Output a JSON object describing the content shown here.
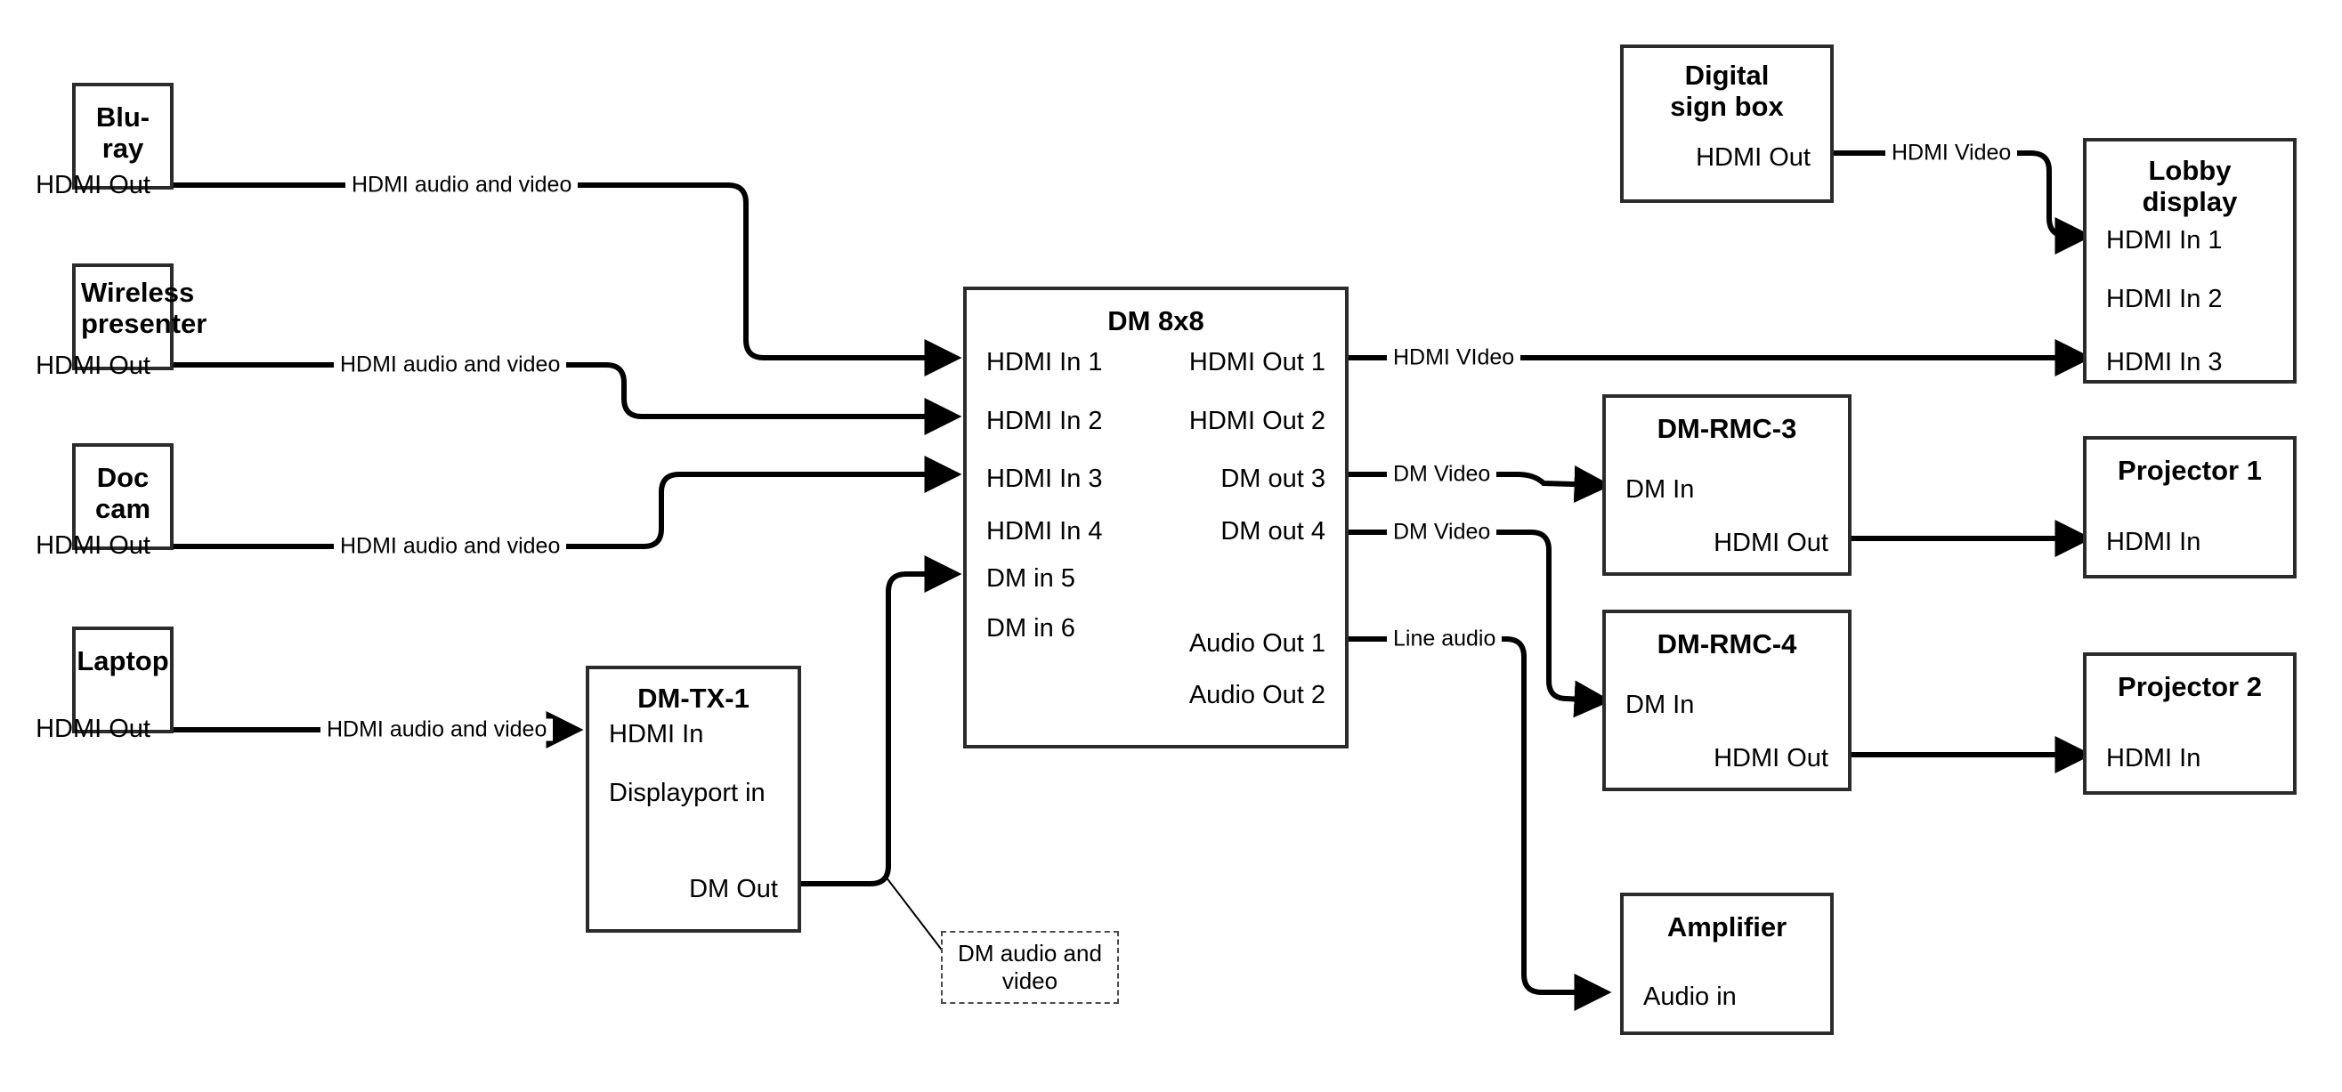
{
  "diagram": {
    "title": "AV signal flow diagram",
    "colors": {
      "box_border": "#2b2b2b",
      "wire": "#000000",
      "callout_border": "#4a4a4a",
      "background": "#ffffff"
    },
    "nodes": [
      {
        "id": "bluray",
        "title": "Blu-ray",
        "ports_left": [],
        "ports_right": [
          "HDMI Out"
        ]
      },
      {
        "id": "wireless-presenter",
        "title": "Wireless presenter",
        "ports_left": [],
        "ports_right": [
          "HDMI Out"
        ]
      },
      {
        "id": "doc-cam",
        "title": "Doc cam",
        "ports_left": [],
        "ports_right": [
          "HDMI Out"
        ]
      },
      {
        "id": "laptop",
        "title": "Laptop",
        "ports_left": [],
        "ports_right": [
          "HDMI Out"
        ]
      },
      {
        "id": "dm-tx-1",
        "title": "DM-TX-1",
        "ports_left": [
          "HDMI In",
          "Displayport in"
        ],
        "ports_right": [
          "DM Out"
        ]
      },
      {
        "id": "dm-8x8",
        "title": "DM 8x8",
        "ports_left": [
          "HDMI In 1",
          "HDMI In 2",
          "HDMI In 3",
          "HDMI In 4",
          "DM in 5",
          "DM in 6"
        ],
        "ports_right": [
          "HDMI Out 1",
          "HDMI Out 2",
          "DM out 3",
          "DM out 4",
          "Audio Out 1",
          "Audio Out 2"
        ]
      },
      {
        "id": "digital-sign-box",
        "title": "Digital sign box",
        "ports_left": [],
        "ports_right": [
          "HDMI Out"
        ]
      },
      {
        "id": "lobby-display",
        "title": "Lobby display",
        "ports_left": [
          "HDMI In 1",
          "HDMI In 2",
          "HDMI In 3"
        ],
        "ports_right": []
      },
      {
        "id": "dm-rmc-3",
        "title": "DM-RMC-3",
        "ports_left": [
          "DM In"
        ],
        "ports_right": [
          "HDMI Out"
        ]
      },
      {
        "id": "dm-rmc-4",
        "title": "DM-RMC-4",
        "ports_left": [
          "DM In"
        ],
        "ports_right": [
          "HDMI Out"
        ]
      },
      {
        "id": "projector-1",
        "title": "Projector 1",
        "ports_left": [
          "HDMI In"
        ],
        "ports_right": []
      },
      {
        "id": "projector-2",
        "title": "Projector 2",
        "ports_left": [
          "HDMI In"
        ],
        "ports_right": []
      },
      {
        "id": "amplifier",
        "title": "Amplifier",
        "ports_left": [
          "Audio in"
        ],
        "ports_right": []
      }
    ],
    "callout": {
      "text": "DM audio and video"
    },
    "edge_labels": {
      "bluray_to_dm": "HDMI audio and video",
      "wireless_to_dm": "HDMI audio and video",
      "doccam_to_dm": "HDMI audio and video",
      "laptop_to_tx": "HDMI audio and video",
      "sign_to_lobby": "HDMI Video",
      "dm_out1_to_lobby": "HDMI VIdeo",
      "dm_out3_to_rmc3": "DM Video",
      "dm_out4_to_rmc4": "DM Video",
      "dm_audio_to_amp": "Line audio"
    }
  }
}
